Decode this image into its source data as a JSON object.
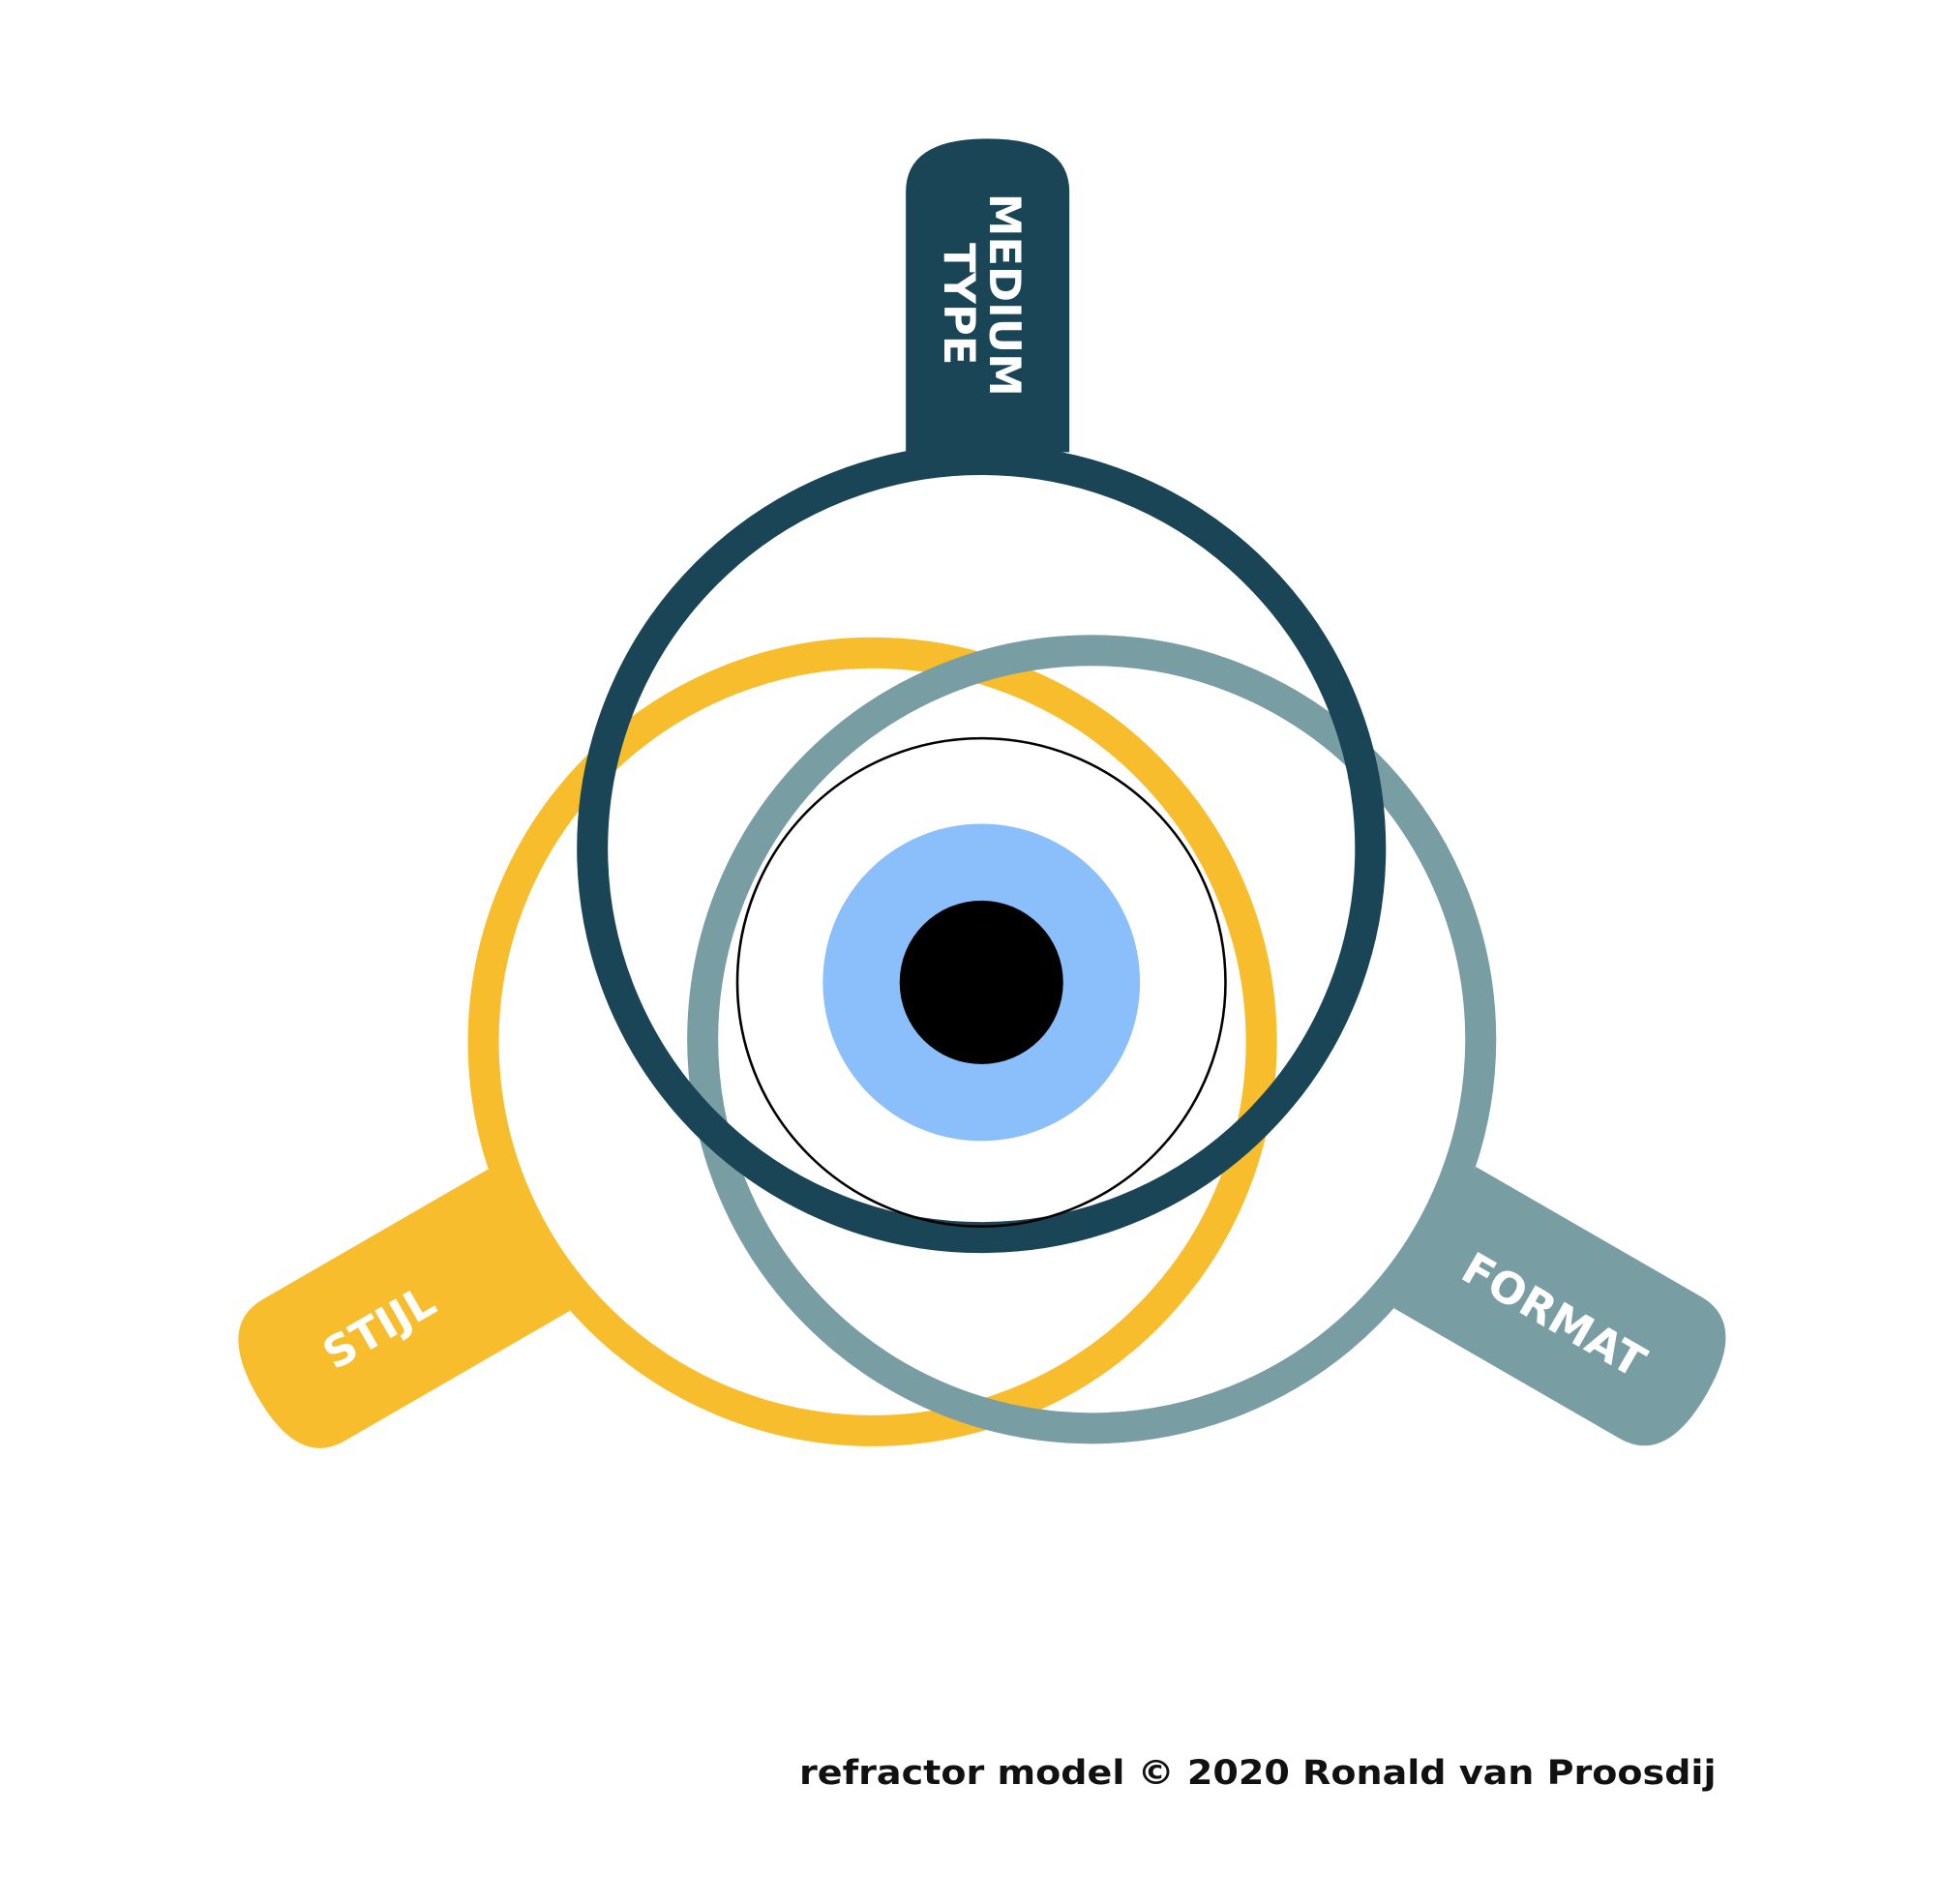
{
  "diagram": {
    "labels": {
      "medium": "MEDIUM",
      "type": "TYPE",
      "stijl": "STIJL",
      "format": "FORMAT"
    },
    "footer": "refractor model © 2020 Ronald van Proosdij",
    "colors": {
      "dark": "#1a4556",
      "yellow": "#f7bd2c",
      "gray": "#789ea4",
      "blue": "#8abffc",
      "core": "#000000"
    }
  }
}
